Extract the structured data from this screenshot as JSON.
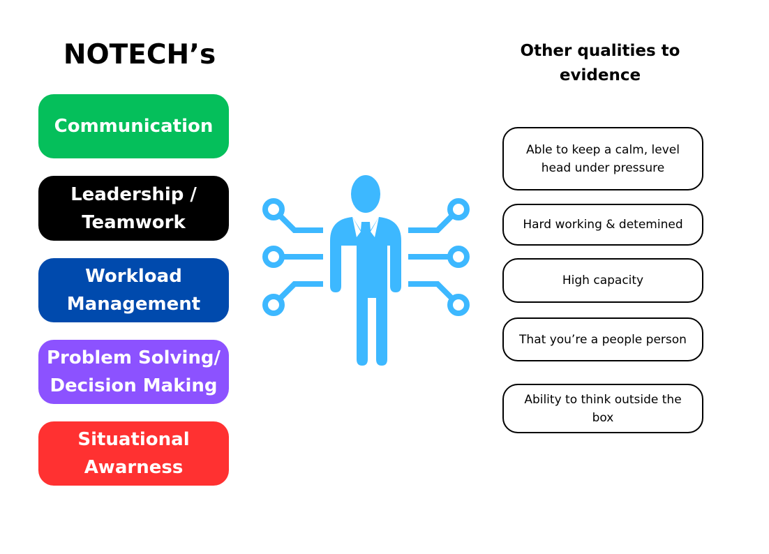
{
  "left": {
    "title": "NOTECH’s",
    "items": [
      {
        "label": "Communication",
        "color": "#05BF5B"
      },
      {
        "label": "Leadership / Teamwork",
        "color": "#000000"
      },
      {
        "label": "Workload Management",
        "color": "#004AAD"
      },
      {
        "label": "Problem Solving/ Decision Making",
        "color": "#8C52FF"
      },
      {
        "label": "Situational Awarness",
        "color": "#FF3131"
      }
    ]
  },
  "right": {
    "title": "Other qualities to evidence",
    "items": [
      {
        "label": "Able to keep a calm, level head under pressure"
      },
      {
        "label": "Hard working & detemined"
      },
      {
        "label": "High capacity"
      },
      {
        "label": "That you’re a people person"
      },
      {
        "label": "Ability to think outside the box"
      }
    ]
  },
  "icon": {
    "name": "person-network-icon",
    "color": "#3DB8FF"
  }
}
